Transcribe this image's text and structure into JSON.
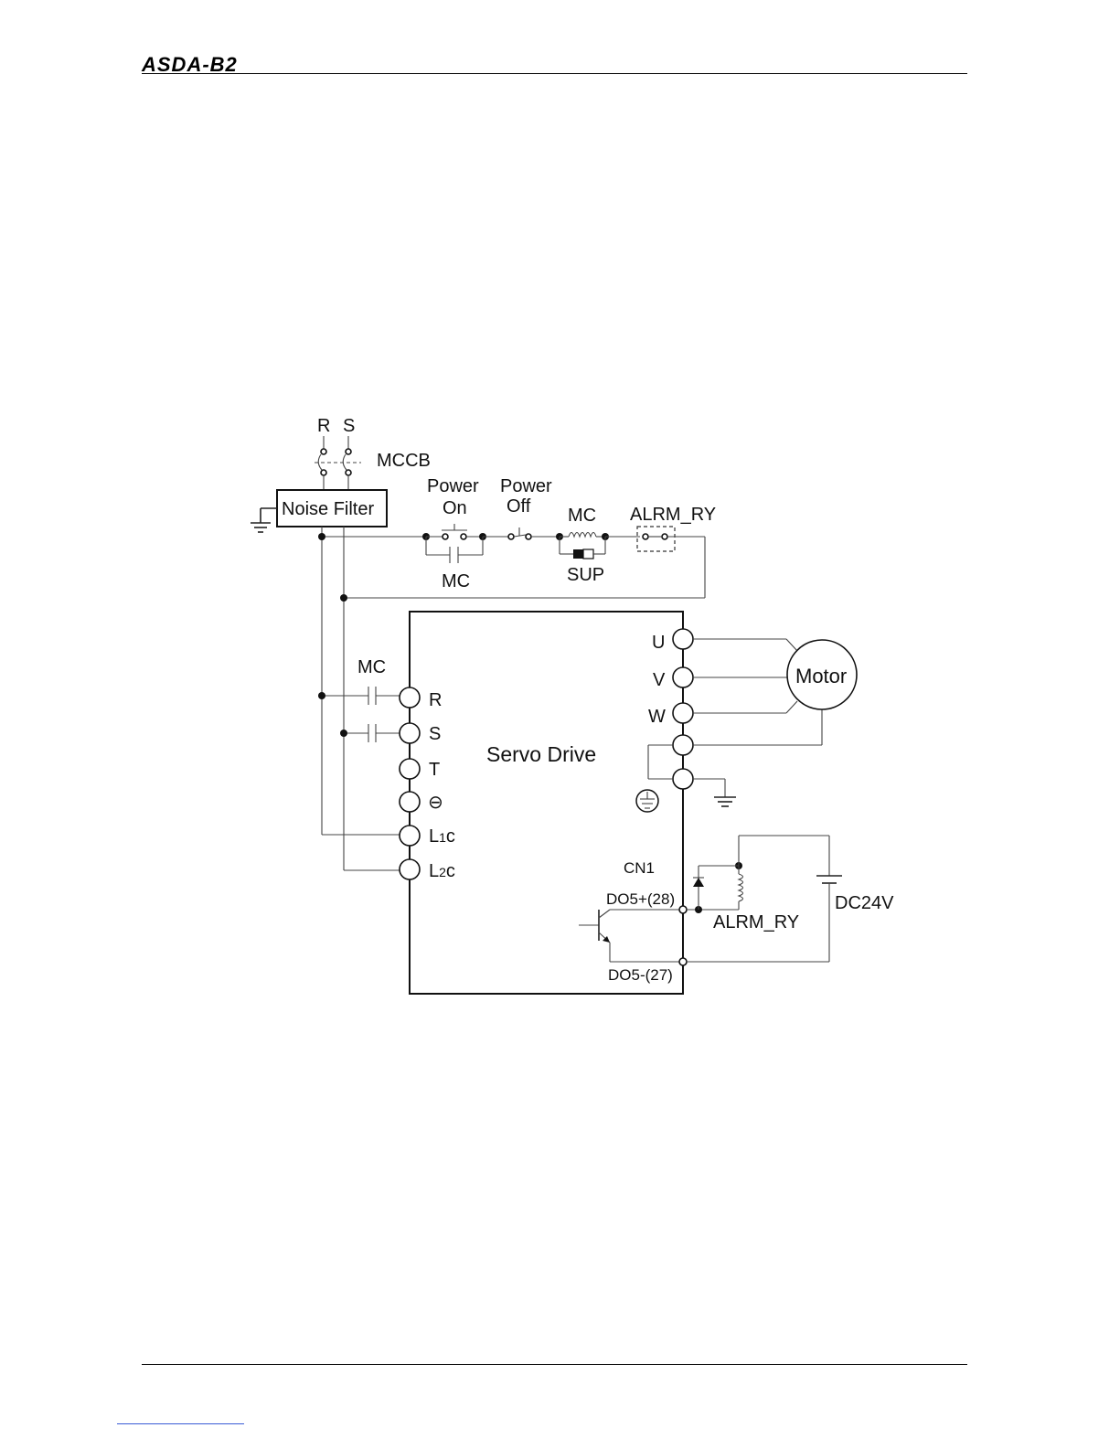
{
  "header": {
    "logo": "ASDA-B2"
  },
  "diagram": {
    "labels": {
      "r_top": "R",
      "s_top": "S",
      "mccb": "MCCB",
      "noise_filter": "Noise Filter",
      "power_on_1": "Power",
      "power_on_2": "On",
      "power_off_1": "Power",
      "power_off_2": "Off",
      "mc_coil": "MC",
      "alrm_ry_contact": "ALRM_RY",
      "mc_contact": "MC",
      "sup": "SUP",
      "mc_main": "MC",
      "servo_drive": "Servo Drive",
      "motor": "Motor",
      "term_r": "R",
      "term_s": "S",
      "term_t": "T",
      "term_minus": "⊖",
      "term_l1c_main": "L",
      "term_l1c_sub": "1",
      "term_l1c_end": "c",
      "term_l2c_main": "L",
      "term_l2c_sub": "2",
      "term_l2c_end": "c",
      "term_u": "U",
      "term_v": "V",
      "term_w": "W",
      "cn1": "CN1",
      "do5_plus": "DO5+(28)",
      "do5_minus": "DO5-(27)",
      "alrm_ry_coil": "ALRM_RY",
      "dc24v": "DC24V"
    }
  }
}
